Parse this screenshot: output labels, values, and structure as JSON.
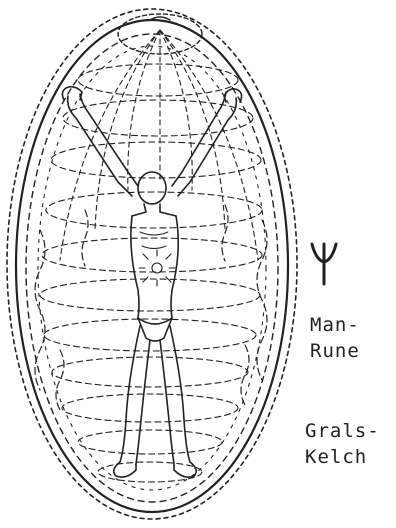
{
  "drawing": {
    "ink_color": "#222222",
    "background": "#ffffff"
  },
  "labels": {
    "man_rune_glyph": "ᛘ",
    "man_rune_line1": "Man-",
    "man_rune_line2": "Rune",
    "grals_kelch_line1": "Grals-",
    "grals_kelch_line2": "Kelch"
  }
}
